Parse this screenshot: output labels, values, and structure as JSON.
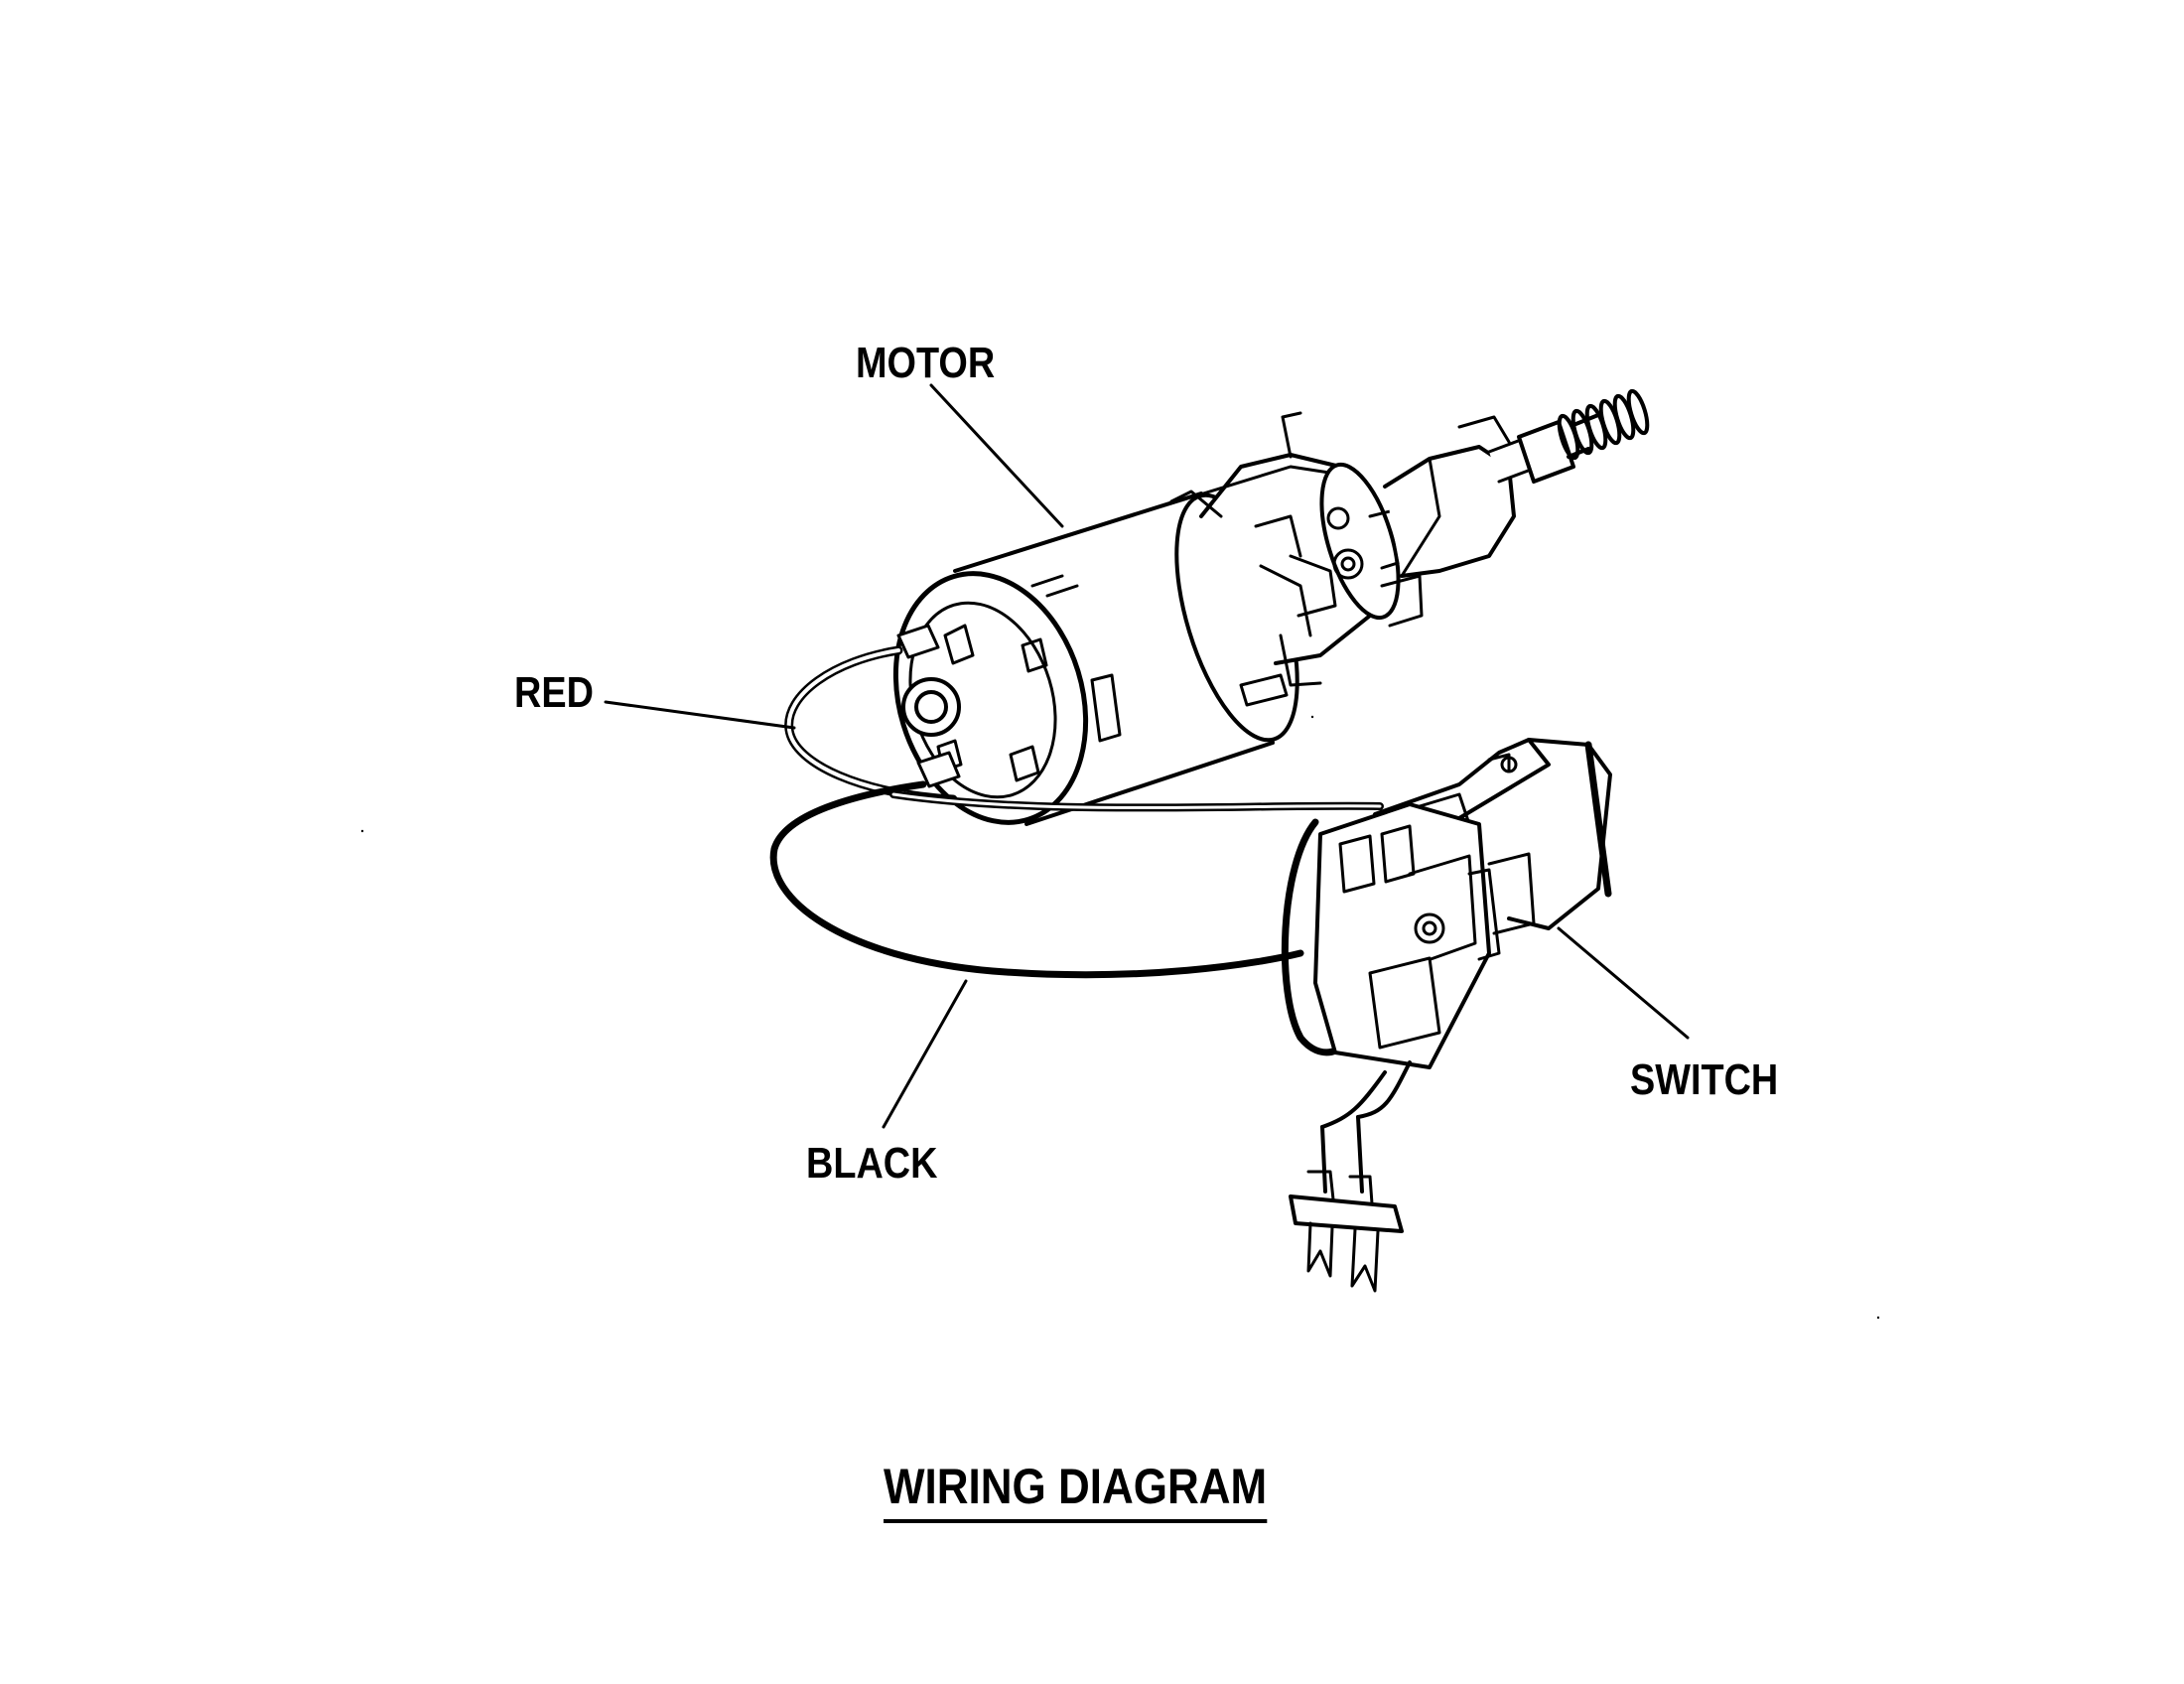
{
  "diagram": {
    "title": "WIRING DIAGRAM",
    "labels": {
      "motor": "MOTOR",
      "red": "RED",
      "black": "BLACK",
      "switch": "SWITCH"
    }
  }
}
